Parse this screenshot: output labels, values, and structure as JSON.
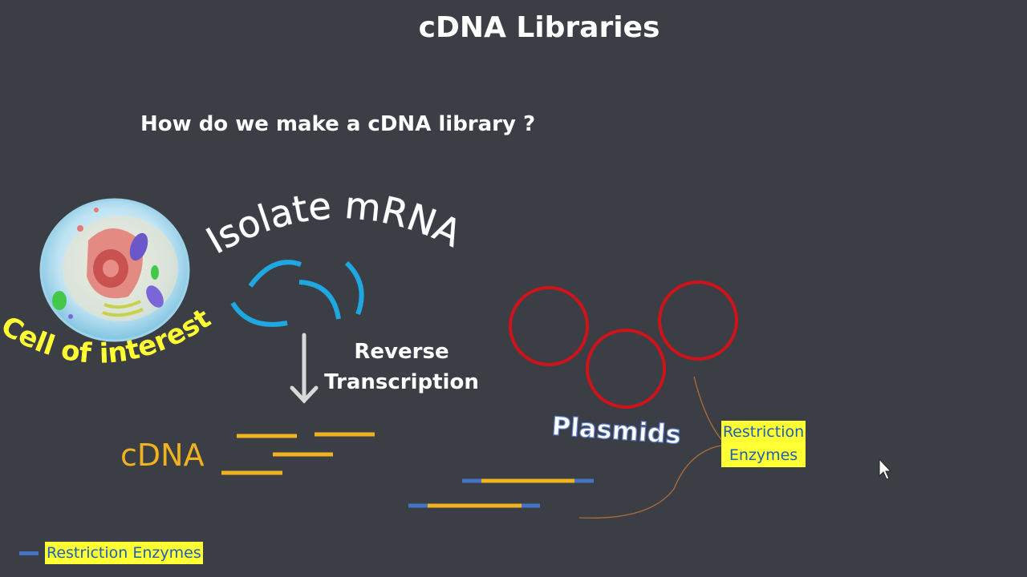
{
  "slide": {
    "title": "cDNA Libraries",
    "question": "How do we make a cDNA library ?"
  },
  "diagram": {
    "cell_label": "Cell of interest",
    "mrna_label": "Isolate mRNA",
    "step_label_line1": "Reverse",
    "step_label_line2": "Transcription",
    "cdna_label": "cDNA",
    "plasmids_label": "Plasmids",
    "restriction_line1": "Restriction",
    "restriction_line2": "Enzymes"
  },
  "legend": {
    "label": "Restriction Enzymes"
  },
  "colors": {
    "background": "#3b3f45",
    "cdna": "#f0b21f",
    "plasmid": "#d0121b",
    "mrna": "#1ea7e1",
    "restriction": "#4472c4",
    "highlight": "#ffff33",
    "cell_label": "#ffff33"
  },
  "icons": [
    "cell-illustration",
    "cursor-arrow-icon",
    "down-arrow-icon"
  ]
}
